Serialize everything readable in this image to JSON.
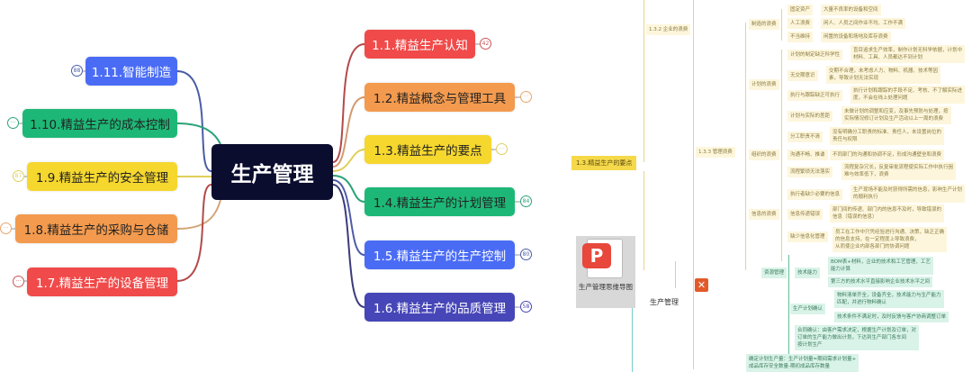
{
  "center": {
    "label": "生产管理"
  },
  "right_branches": [
    {
      "label": "1.1.精益生产认知",
      "badge": "42",
      "color": "#f04a4a"
    },
    {
      "label": "1.2.精益概念与管理工具",
      "badge": "···",
      "color": "#f39a4e"
    },
    {
      "label": "1.3.精益生产的要点",
      "badge": "···",
      "color": "#f5d72e"
    },
    {
      "label": "1.4.精益生产的计划管理",
      "badge": "84",
      "color": "#1db877"
    },
    {
      "label": "1.5.精益生产的生产控制",
      "badge": "80",
      "color": "#4a6cf5"
    },
    {
      "label": "1.6.精益生产的品质管理",
      "badge": "58",
      "color": "#4646b8"
    }
  ],
  "left_branches": [
    {
      "label": "1.11.智能制造",
      "badge": "88",
      "color": "#4a6cf5"
    },
    {
      "label": "1.10.精益生产的成本控制",
      "badge": "···",
      "color": "#1db877"
    },
    {
      "label": "1.9.精益生产的安全管理",
      "badge": "87",
      "color": "#f5d72e"
    },
    {
      "label": "1.8.精益生产的采购与仓储",
      "badge": "···",
      "color": "#f39a4e"
    },
    {
      "label": "1.7.精益生产的设备管理",
      "badge": "···",
      "color": "#f04a4a"
    }
  ],
  "detail": {
    "root": "1.3.精益生产的要点",
    "n132": "1.3.2 企业的浪费",
    "n133": "1.3.3 管理浪费",
    "waste1": "制造的浪费",
    "w1a": "固定资产",
    "w1a_t": "大量不良率的设备和空间",
    "w1b": "人工浪费",
    "w1b_t": "闲人、人员之间作业不均、工作不满",
    "w1c": "不当维持",
    "w1c_t": "闲置的设备和场地及库存浪费",
    "waste2": "计划的浪费",
    "w2a": "计划的制定缺乏科学性",
    "w2a_t1": "盲目追求生产效率，制作计划无科学依据，计划中",
    "w2a_t2": "材料、工具、人员都达不到计划",
    "w2b": "无交期意识",
    "w2b_t1": "交期不合理，未考虑人力、物料、机器、技术等因",
    "w2b_t2": "素，导致计划无法实现",
    "w2c": "执行与跟踪缺乏可执行",
    "w2c_t1": "执行计划和跟踪的手段不足、考核、不了解实际进",
    "w2c_t2": "度，不会在线上处理问题",
    "w2d": "计划与实际的差距",
    "w2d_t1": "未做计划的调整和应变，及事先预防与处理，按",
    "w2d_t2": "实际情况修订计划及生产活动以上一周的浪费",
    "waste3": "组织的浪费",
    "w3a": "分工职责不清",
    "w3a_t1": "没有明确分工职责的标准、责任人，未设置岗位的",
    "w3a_t2": "责任与权限",
    "w3b": "沟通不畅、推诿",
    "w3b_t": "不同部门的沟通和协调不足，形成沟通壁垒和浪费",
    "w3c": "流程繁琐无法落实",
    "w3c_t1": "流程复杂冗长，反复审批流程使实际工作中执行困",
    "w3c_t2": "难与效率低下，浪费",
    "waste4": "信息的浪费",
    "w4a": "执行者缺少必要的信息",
    "w4a_t1": "生产现场不能及时获得所需的信息，影响生产计划",
    "w4a_t2": "的顺利执行",
    "w4b": "信息传递错误",
    "w4b_t1": "部门间的传递、部门内的信息不及时，导致错误的",
    "w4b_t2": "信息（错误的信息）",
    "w4c": "缺少信息化管理",
    "w4c_t1": "员工在工作中只凭经验进行沟通、决策，缺乏正确",
    "w4c_t2": "的信息支持，在一定程度上导致浪费，",
    "w4c_t3": "从而使企业内部各部门的协调问题",
    "g_root": "资源管理",
    "g_a": "技术能力",
    "g_a1_1": "BOM表+材料，企业的技术和工艺管理，工艺",
    "g_a1_2": "能力计算",
    "g_a2": "第三方的技术水平直接影响企业技术水平之间",
    "g_b": "生产计划确认",
    "g_b1_1": "物料清单齐全，设备齐全，技术能力与生产能力",
    "g_b1_2": "匹配，并进行物料确认",
    "g_b2": "技术条件不满足时，及时反馈与客户协商调整订单",
    "g_c1": "合同确认：由客户需求决定，根据生产计划及订单，对",
    "g_c2": "订单的生产能力做出计划，下达到生产部门各车间",
    "g_c3": "按计划生产",
    "g_d1": "确定计划生产量：生产计划量=期间需求计划量+",
    "g_d2": "成品库存安全数量-期初成品库存数量",
    "file_label": "生产管理思维导图",
    "map_title": "生产管理"
  }
}
